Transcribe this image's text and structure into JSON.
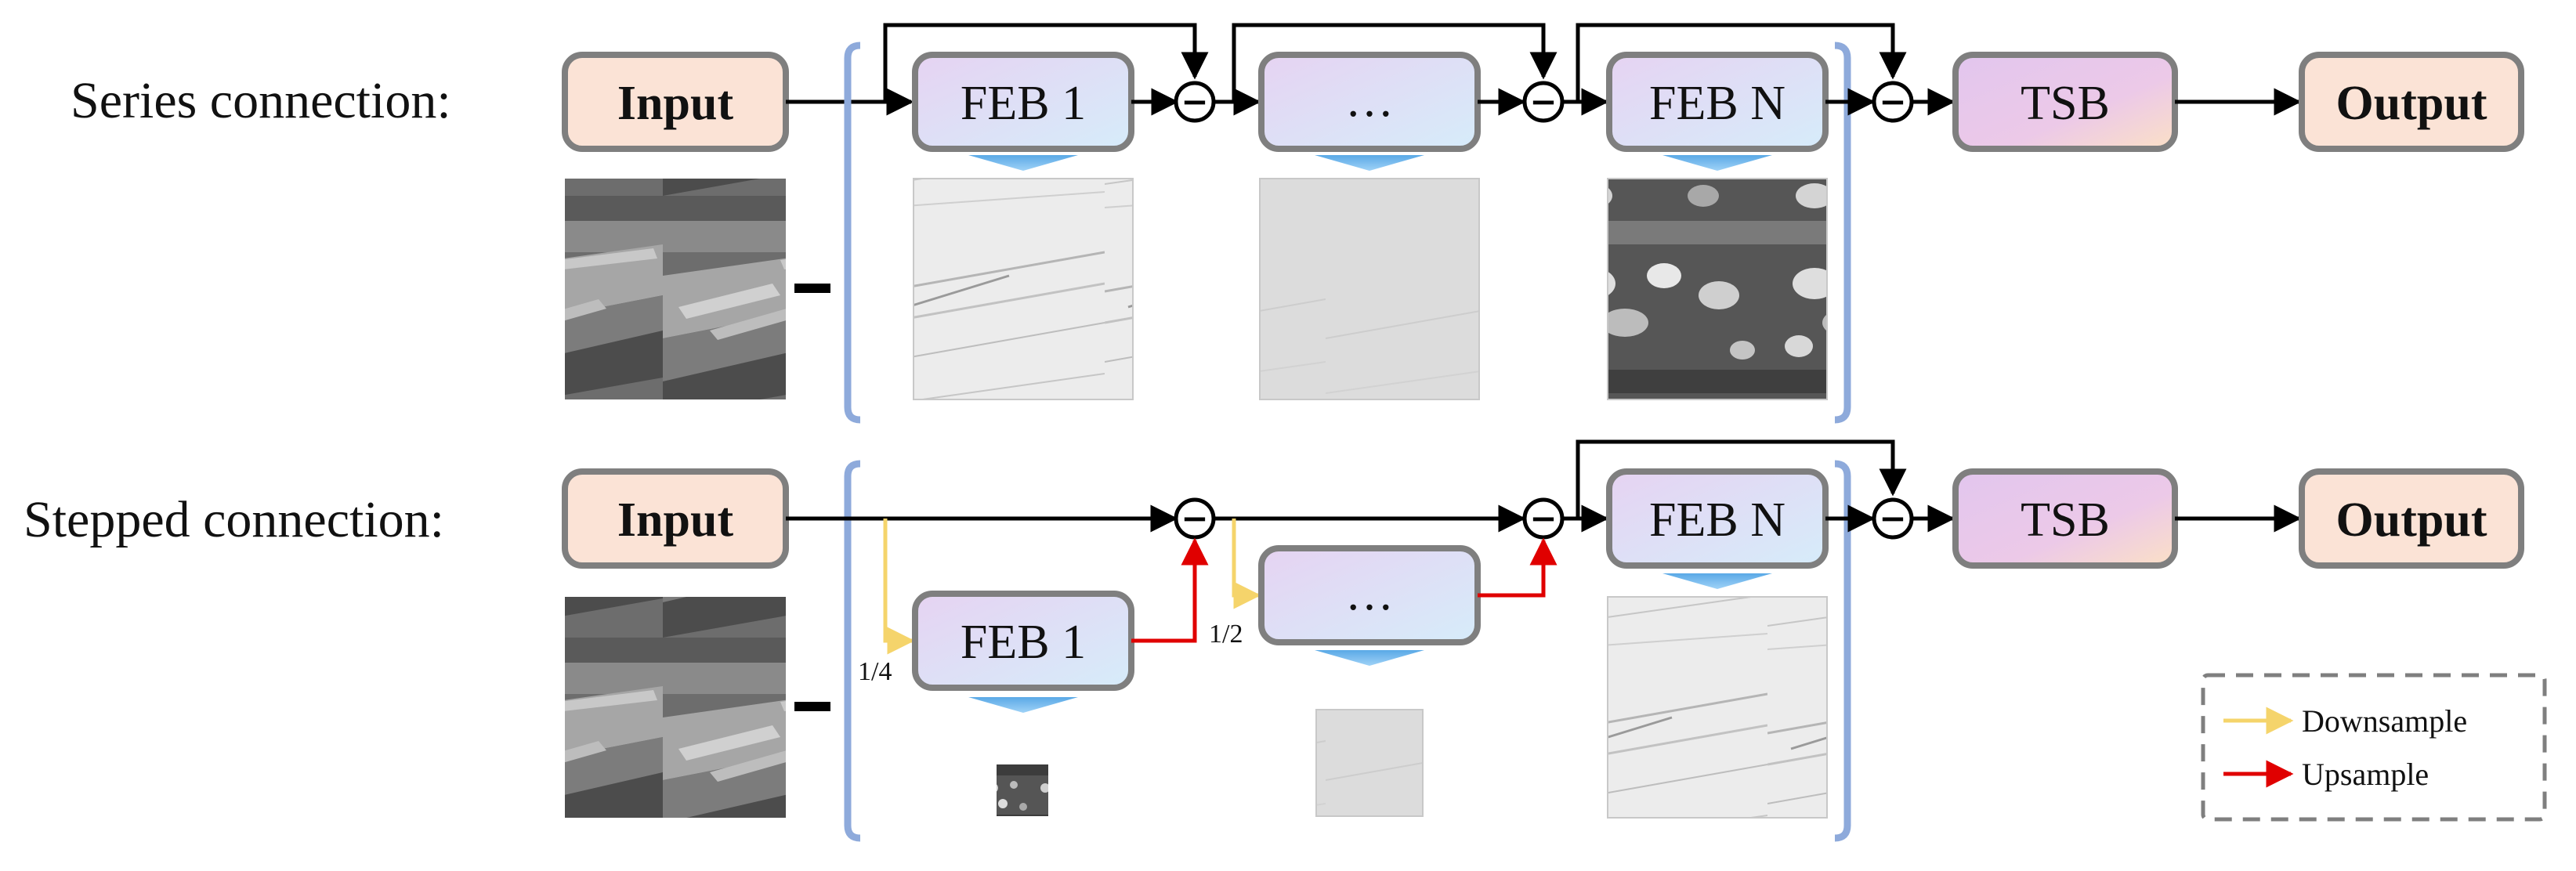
{
  "series": {
    "label": "Series connection:",
    "input": "Input",
    "feb_first": "FEB 1",
    "feb_mid": "…",
    "feb_last": "FEB N",
    "tsb": "TSB",
    "output": "Output"
  },
  "stepped": {
    "label": "Stepped connection:",
    "input": "Input",
    "feb_first": "FEB 1",
    "feb_mid": "…",
    "feb_last": "FEB N",
    "tsb": "TSB",
    "output": "Output",
    "scale_first": "1/4",
    "scale_mid": "1/2"
  },
  "subtract_symbol": "−",
  "legend": {
    "downsample": "Downsample",
    "upsample": "Upsample"
  },
  "colors": {
    "io_fill": "#fbe3d6",
    "box_stroke": "#7f7f7f",
    "bracket": "#8eaadb",
    "down_arrow": "#f5d46b",
    "up_arrow": "#e00000",
    "triangle": "#5aa9e6"
  }
}
